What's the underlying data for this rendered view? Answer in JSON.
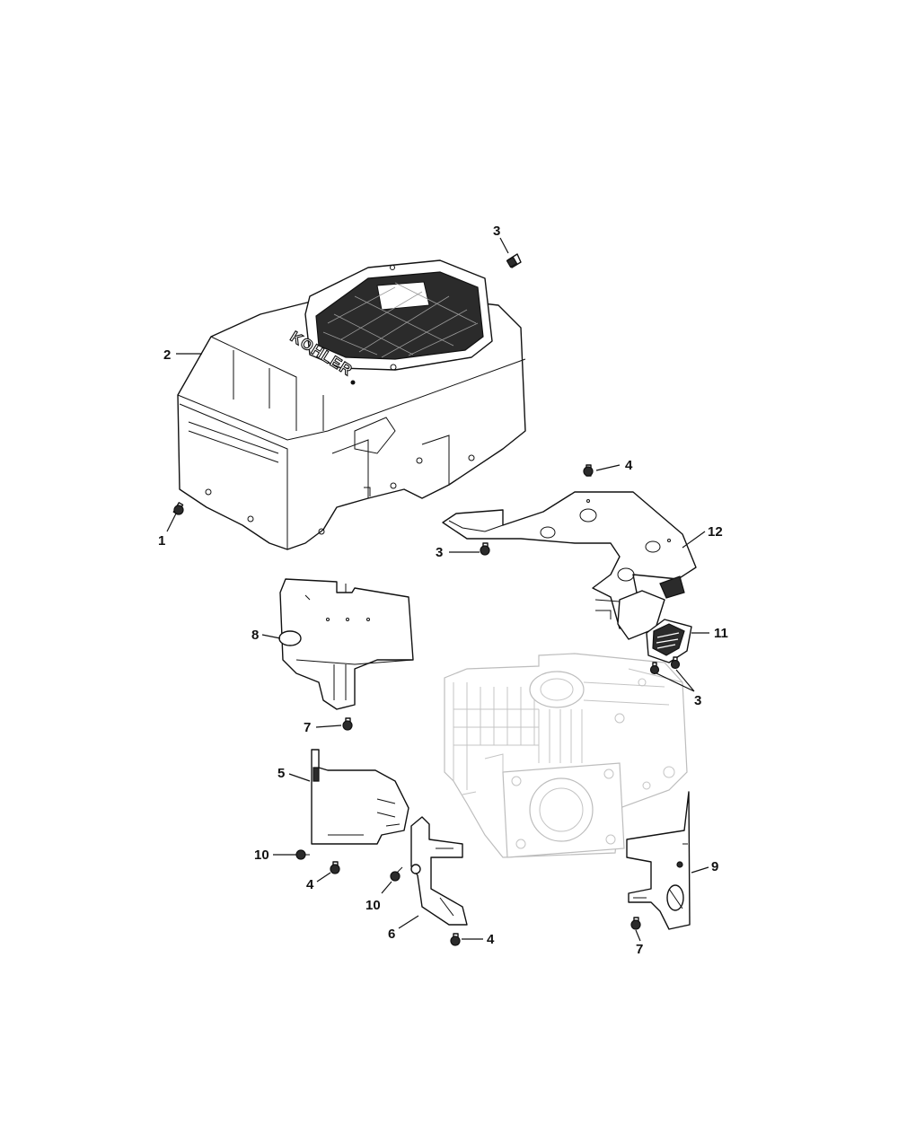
{
  "logo": {
    "brand": "KOHLER"
  },
  "callouts": [
    {
      "id": "c1",
      "label": "1"
    },
    {
      "id": "c2",
      "label": "2"
    },
    {
      "id": "c3a",
      "label": "3"
    },
    {
      "id": "c3b",
      "label": "3"
    },
    {
      "id": "c3c",
      "label": "3"
    },
    {
      "id": "c4a",
      "label": "4"
    },
    {
      "id": "c4b",
      "label": "4"
    },
    {
      "id": "c4c",
      "label": "4"
    },
    {
      "id": "c5",
      "label": "5"
    },
    {
      "id": "c6",
      "label": "6"
    },
    {
      "id": "c7a",
      "label": "7"
    },
    {
      "id": "c7b",
      "label": "7"
    },
    {
      "id": "c8",
      "label": "8"
    },
    {
      "id": "c9",
      "label": "9"
    },
    {
      "id": "c10a",
      "label": "10"
    },
    {
      "id": "c10b",
      "label": "10"
    },
    {
      "id": "c11",
      "label": "11"
    },
    {
      "id": "c12",
      "label": "12"
    }
  ]
}
